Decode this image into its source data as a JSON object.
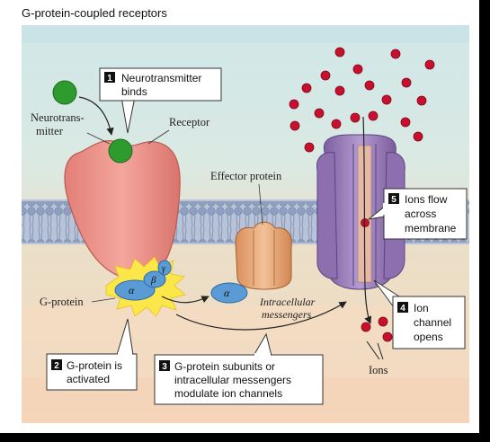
{
  "title": "G-protein-coupled receptors",
  "labels": {
    "neurotransmitter": [
      "Neurotrans-",
      "mitter"
    ],
    "receptor": "Receptor",
    "effector_protein": "Effector protein",
    "g_protein": "G-protein",
    "intracellular_messengers": [
      "Intracellular",
      "messengers"
    ],
    "ions": "Ions",
    "alpha": "α",
    "beta": "β",
    "gamma": "γ"
  },
  "steps": [
    {
      "number": "1",
      "lines": [
        "Neurotransmitter",
        "binds"
      ]
    },
    {
      "number": "2",
      "lines": [
        "G-protein is",
        "activated"
      ]
    },
    {
      "number": "3",
      "lines": [
        "G-protein subunits or",
        "intracellular messengers",
        "modulate ion channels"
      ]
    },
    {
      "number": "4",
      "lines": [
        "Ion",
        "channel",
        "opens"
      ]
    },
    {
      "number": "5",
      "lines": [
        "Ions flow",
        "across",
        "membrane"
      ]
    }
  ],
  "colors": {
    "neurotransmitter": "#2e9b2e",
    "receptor": "#eb8e84",
    "g_protein": "#5b9bd5",
    "effector": "#e8a878",
    "channel": "#9a7cb8",
    "ion": "#c8102e",
    "membrane": "#a9b6cf"
  }
}
